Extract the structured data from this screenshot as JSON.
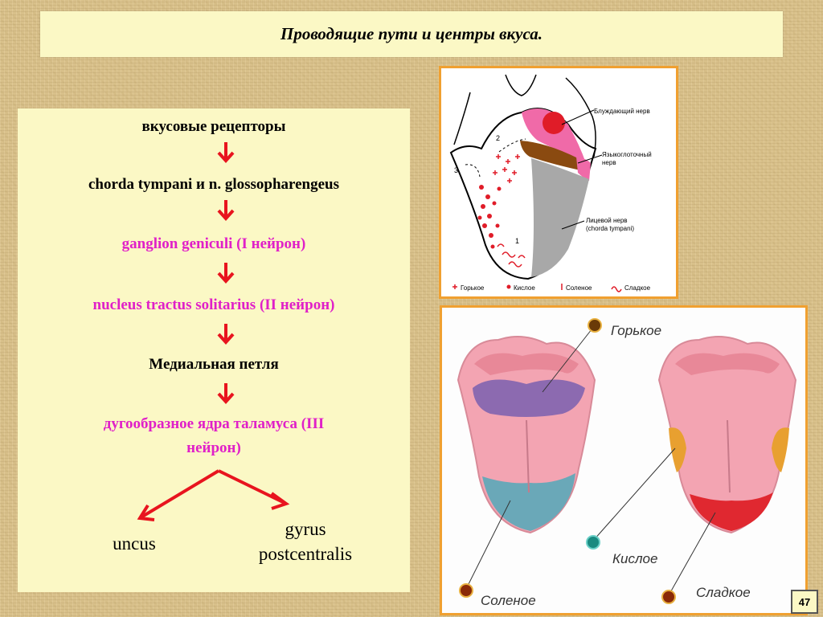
{
  "title": "Проводящие пути и центры вкуса.",
  "flow": {
    "step1": "вкусовые рецепторы",
    "step2": "chorda tympani  и n. glossopharengeus",
    "step3": "ganglion geniculi (I нейрон)",
    "step4": "nucleus tractus solitarius  (II нейрон)",
    "step5": "Медиальная петля",
    "step6_line1": "дугообразное ядра таламуса (III",
    "step6_line2": "нейрон)",
    "leaf_left": "uncus",
    "leaf_right_line1": "gyrus",
    "leaf_right_line2": "postcentralis",
    "arrow_color": "#e8141e"
  },
  "diagram1": {
    "label_vagus": "Блуждающий нерв",
    "label_glosso_1": "Языкоглоточный",
    "label_glosso_2": "нерв",
    "label_facial_1": "Лицевой нерв",
    "label_facial_2": "(chorda tympani)",
    "num1": "1",
    "num2": "2",
    "num3": "3",
    "legend_bitter": "Горькое",
    "legend_sour": "Кислое",
    "legend_salty": "Соленое",
    "legend_sweet": "Сладкое",
    "colors": {
      "pink": "#f06aa8",
      "red": "#e01c28",
      "brown": "#8a4a10",
      "gray": "#a8a8a8"
    }
  },
  "diagram2": {
    "label_bitter": "Горькое",
    "label_sour": "Кислое",
    "label_salty": "Соленое",
    "label_sweet": "Сладкое"
  },
  "page_number": "47"
}
